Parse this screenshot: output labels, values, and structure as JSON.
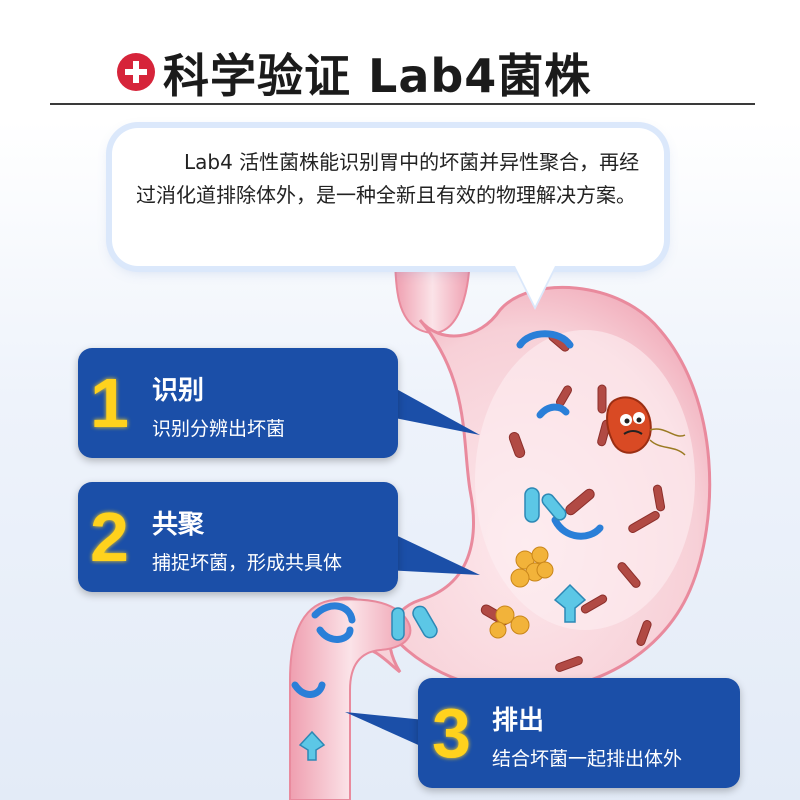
{
  "header": {
    "title": "科学验证 Lab4菌株",
    "icon": "medical-cross-icon",
    "accent_color": "#d6243a"
  },
  "callout": {
    "text": "Lab4 活性菌株能识别胃中的坏菌并异性聚合，再经过消化道排除体外，是一种全新且有效的物理解决方案。"
  },
  "steps": [
    {
      "number": "1",
      "title": "识别",
      "desc": "识别分辨出坏菌"
    },
    {
      "number": "2",
      "title": "共聚",
      "desc": "捕捉坏菌，形成共具体"
    },
    {
      "number": "3",
      "title": "排出",
      "desc": "结合坏菌一起排出体外"
    }
  ],
  "colors": {
    "card_bg": "#1b4fa8",
    "number": "#ffd21d",
    "stomach": "#f6cfd5"
  }
}
